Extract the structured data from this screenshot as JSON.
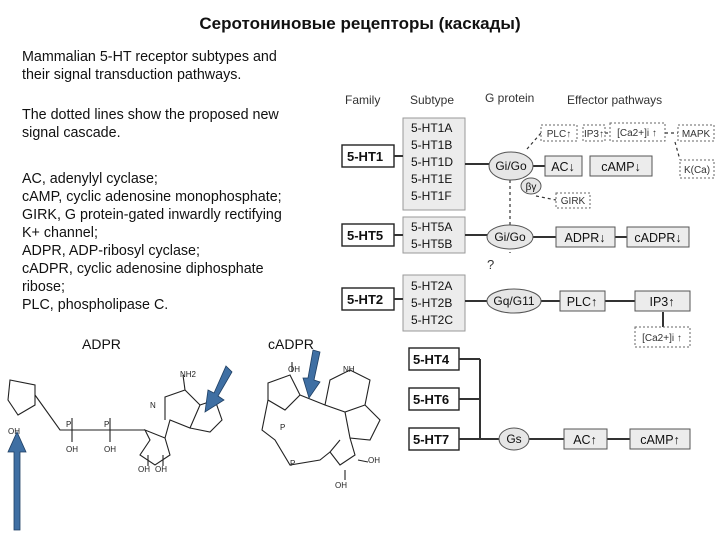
{
  "title": "Серотониновые рецепторы (каскады)",
  "intro": [
    "Mammalian 5-HT receptor subtypes and",
    "their signal transduction pathways."
  ],
  "dotted_note": [
    "The dotted lines show the proposed new",
    "signal cascade."
  ],
  "abbreviations": [
    "AC, adenylyl cyclase;",
    "cAMP, cyclic adenosine monophosphate;",
    "GIRK, G protein-gated inwardly rectifying",
    "K+ channel;",
    "ADPR, ADP-ribosyl cyclase;",
    "cADPR, cyclic adenosine diphosphate",
    "ribose;",
    "PLC, phospholipase C."
  ],
  "molecules": {
    "adpr": "ADPR",
    "cadpr": "cADPR"
  },
  "headers": {
    "family": "Family",
    "subtype": "Subtype",
    "gprotein": "G protein",
    "effector": "Effector pathways"
  },
  "families": {
    "ht1": "5-HT1",
    "ht5": "5-HT5",
    "ht2": "5-HT2",
    "ht4": "5-HT4",
    "ht6": "5-HT6",
    "ht7": "5-HT7"
  },
  "subtypes": {
    "ht1": [
      "5-HT1A",
      "5-HT1B",
      "5-HT1D",
      "5-HT1E",
      "5-HT1F"
    ],
    "ht5": [
      "5-HT5A",
      "5-HT5B"
    ],
    "ht2": [
      "5-HT2A",
      "5-HT2B",
      "5-HT2C"
    ]
  },
  "gproteins": {
    "gi": "Gi/Go",
    "gq": "Gq/G11",
    "gs": "Gs",
    "gby": "βγ"
  },
  "effectors": {
    "plc_up": "PLC↑",
    "ip3_up": "IP3↑",
    "ca_up": "[Ca2+]i ↑",
    "mapk": "MAPK",
    "ac_down": "AC↓",
    "camp_down": "cAMP↓",
    "k_ca": "K(Ca)",
    "girk": "GIRK",
    "adpr_down": "ADPR↓",
    "cadpr_down": "cADPR↓",
    "question": "?",
    "plc_up2": "PLC↑",
    "ip3_up2": "IP3↑",
    "ca_up2": "[Ca2+]i ↑",
    "ac_up": "AC↑",
    "camp_up": "cAMP↑"
  },
  "atoms": {
    "nh2": "NH2",
    "nh": "NH",
    "n": "N",
    "o": "O",
    "p": "P",
    "oh": "OH"
  },
  "arrow_color": "#3f6fa3"
}
